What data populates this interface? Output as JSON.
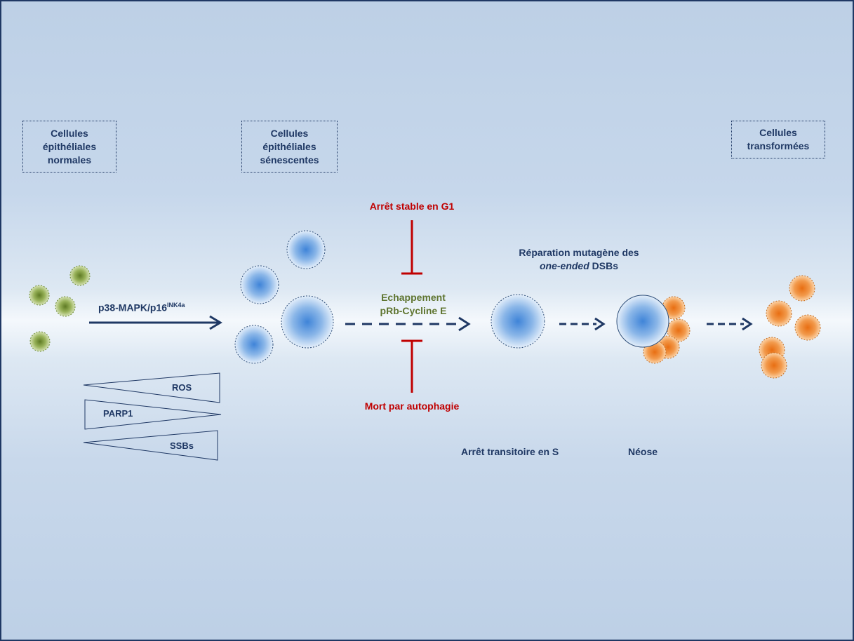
{
  "boxes": {
    "normal": [
      "Cellules",
      "épithéliales",
      "normales"
    ],
    "senescent": [
      "Cellules",
      "épithéliales",
      "sénescentes"
    ],
    "transformed": [
      "Cellules",
      "transformées"
    ]
  },
  "pathway": {
    "main": "p38-MAPK/p16",
    "superscript": "INK4a"
  },
  "gradients": {
    "ros": "ROS",
    "parp1": "PARP1",
    "ssbs": "SSBs"
  },
  "inhibitors": {
    "top": "Arrêt stable en G1",
    "bottom": "Mort par autophagie"
  },
  "escape": [
    "Echappement",
    "pRb-Cycline E"
  ],
  "repair": {
    "line1": "Réparation mutagène des",
    "line2_italic": "one-ended",
    "line2_rest": " DSBs"
  },
  "stages": {
    "s_arrest": "Arrêt transitoire en S",
    "neosis": "Néose"
  },
  "colors": {
    "navy": "#1f3864",
    "red": "#c00000",
    "olive": "#5f7530",
    "blue_cell": "#4f8fd8",
    "green_cell": "#8aa050",
    "orange_cell": "#ee8a2a"
  }
}
